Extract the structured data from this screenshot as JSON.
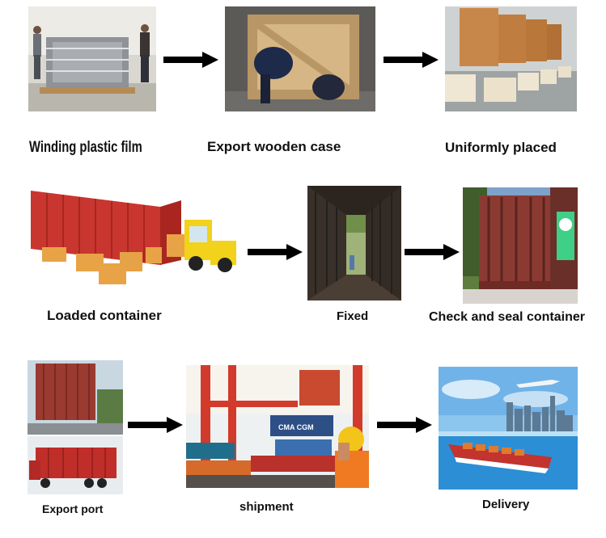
{
  "steps": [
    {
      "label": "Winding plastic film"
    },
    {
      "label": "Export wooden case"
    },
    {
      "label": "Uniformly placed"
    },
    {
      "label": "Loaded container"
    },
    {
      "label": "Fixed"
    },
    {
      "label": "Check and seal container"
    },
    {
      "label": "Export port"
    },
    {
      "label": "shipment"
    },
    {
      "label": "Delivery"
    }
  ],
  "photos": {
    "shipment_container_brand": "CMA CGM"
  },
  "icons": {
    "arrow": "right-arrow-icon"
  },
  "colors": {
    "arrow": "#000000",
    "container_red": "#c8362f",
    "wood": "#d9b27a",
    "sky": "#6fb3e8"
  }
}
